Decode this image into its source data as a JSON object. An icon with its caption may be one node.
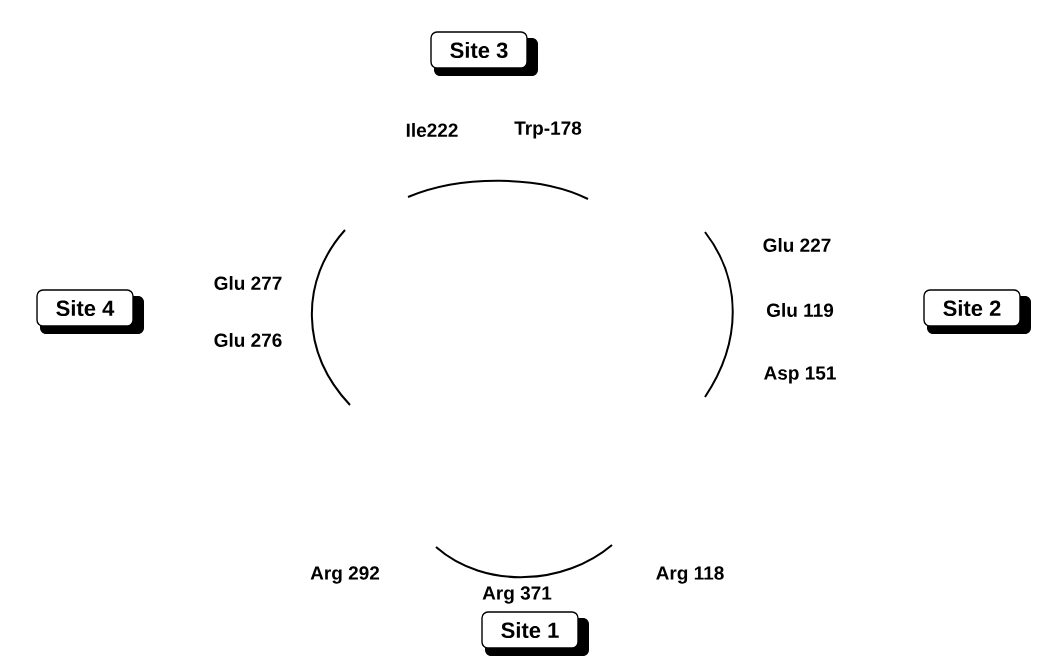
{
  "diagram": {
    "nodes": [
      {
        "text": [
          "Site 3"
        ]
      },
      {
        "text": [
          "Site 4"
        ]
      },
      {
        "text": [
          "Site 2"
        ]
      },
      {
        "text": [
          "Site 1"
        ]
      }
    ],
    "labels": [
      "Ile222",
      "Trp-178",
      "Glu 277",
      "Glu 227",
      "Glu 119",
      "Glu 276",
      "Asp 151",
      "Arg 292",
      "Arg 118",
      "Arg 371"
    ]
  }
}
